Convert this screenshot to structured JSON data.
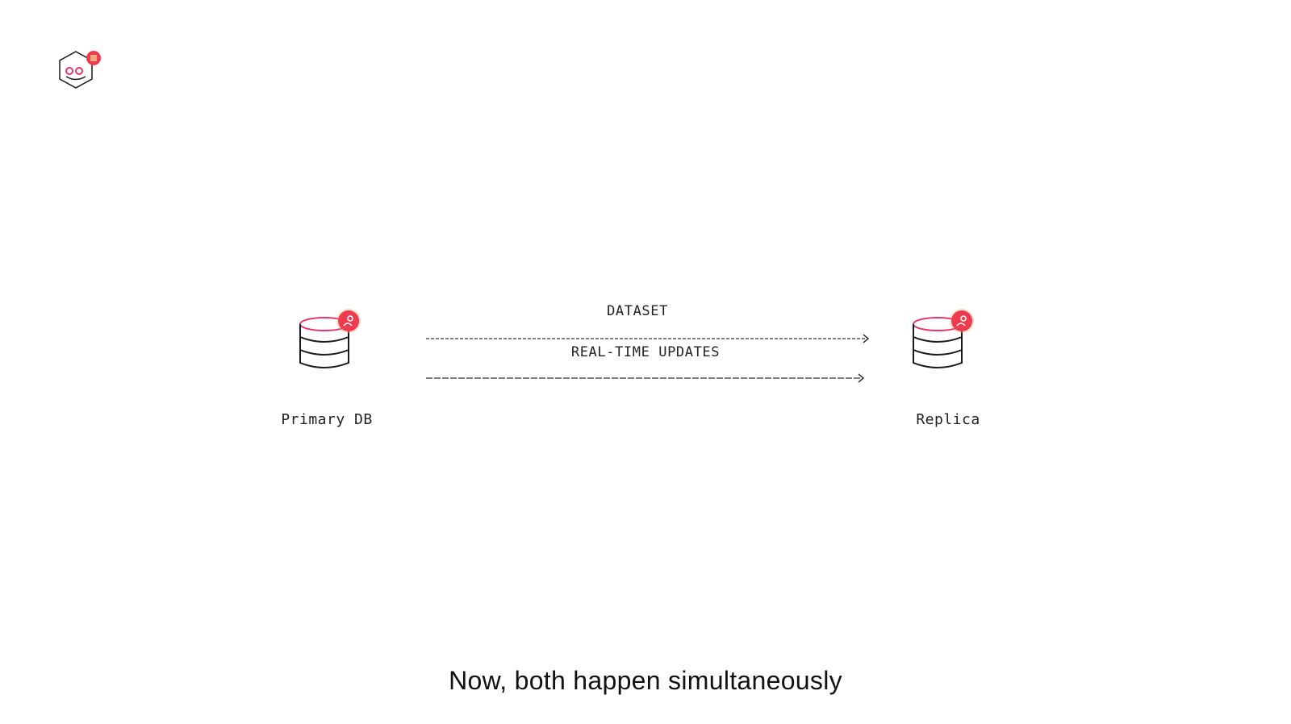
{
  "diagram": {
    "nodes": [
      {
        "id": "primary",
        "label": "Primary DB",
        "icon": "database-icon"
      },
      {
        "id": "replica",
        "label": "Replica",
        "icon": "database-icon"
      }
    ],
    "edges": [
      {
        "from": "primary",
        "to": "replica",
        "label": "DATASET",
        "style": "dashed"
      },
      {
        "from": "primary",
        "to": "replica",
        "label": "REAL-TIME UPDATES",
        "style": "dashed"
      }
    ]
  },
  "caption": "Now, both happen simultaneously",
  "colors": {
    "accent": "#e8366b",
    "badge": "#ef3b4f",
    "badge_glow": "#f7a35c",
    "stroke": "#1a1a1a"
  }
}
